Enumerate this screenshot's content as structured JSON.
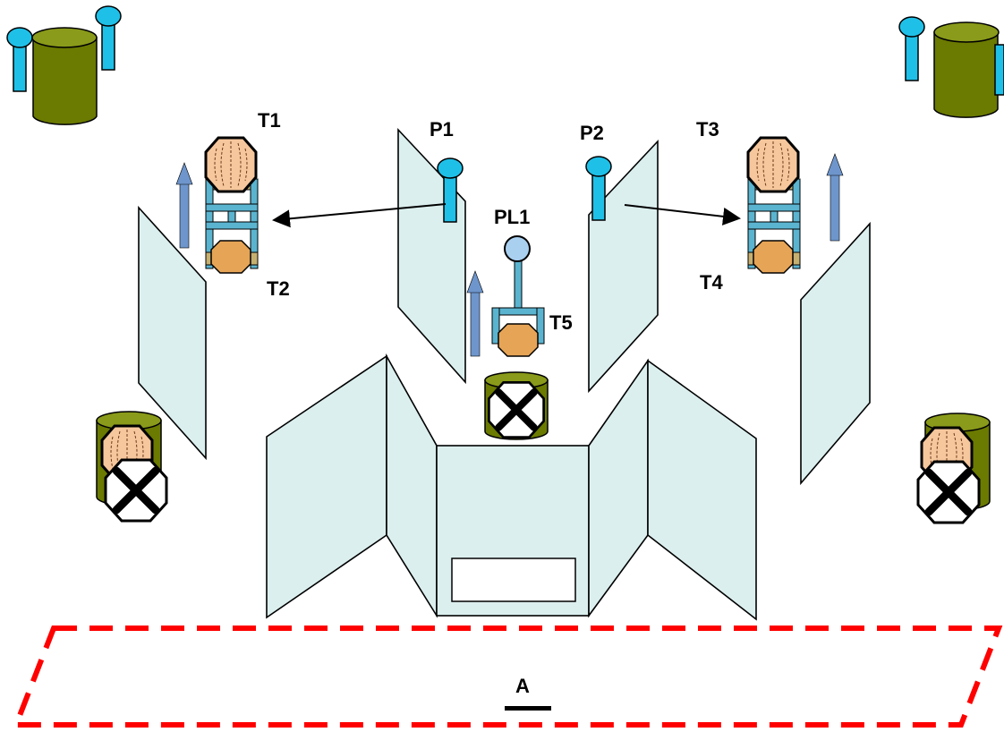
{
  "labels": {
    "t1": "T1",
    "t2": "T2",
    "t3": "T3",
    "t4": "T4",
    "t5": "T5",
    "p1": "P1",
    "p2": "P2",
    "pl1": "PL1",
    "area": "A"
  },
  "colors": {
    "panel_fill": "#dcefef",
    "barrel": "#6b7a00",
    "barrel_top": "#8a9a1a",
    "pole_cyan": "#1fc0e8",
    "motion_arrow": "#6e96cc",
    "head_skin": "#f6c79c",
    "body_orange": "#e6a456",
    "frame_blue": "#5ab4d0",
    "dashed_area": "#ff0000"
  },
  "icons": [
    "barrel-with-poles",
    "target-figure",
    "cross-mark",
    "motion-arrow",
    "light-pole"
  ]
}
